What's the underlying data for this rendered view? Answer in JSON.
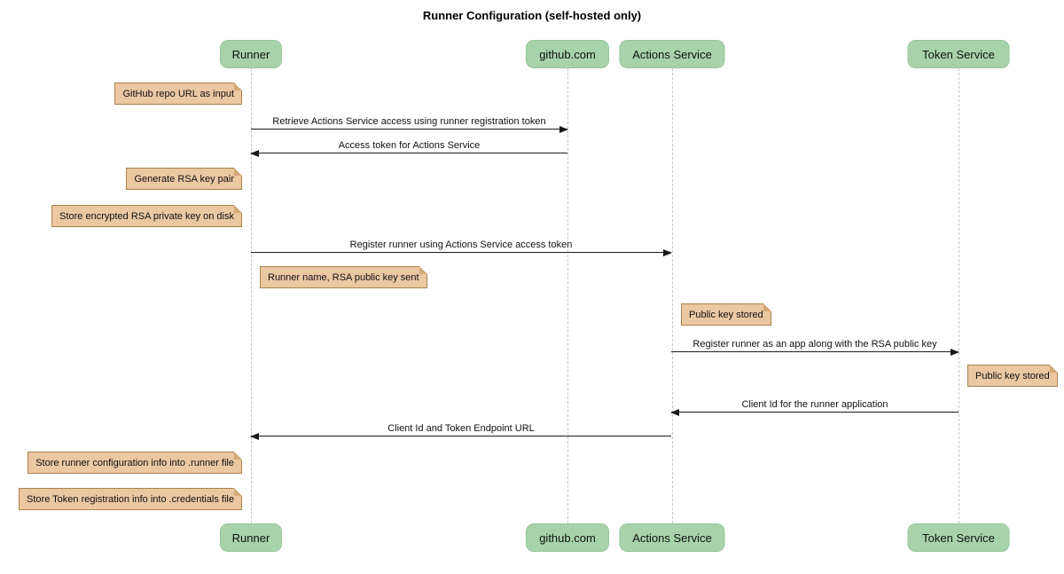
{
  "title": "Runner Configuration (self-hosted only)",
  "colors": {
    "background": "#FFFFFF",
    "actorFill": "#A8D3AA",
    "actorBorder": "#97C49A",
    "noteFill": "#EBC7A2",
    "noteBorder": "#A8834F",
    "noteFold": "#D2A876",
    "lifeline": "#C8C8C8",
    "line": "#1A1A1A",
    "text": "#111111"
  },
  "actors": [
    {
      "id": "runner",
      "label": "Runner"
    },
    {
      "id": "github",
      "label": "github.com"
    },
    {
      "id": "actions-service",
      "label": "Actions Service"
    },
    {
      "id": "token-service",
      "label": "Token Service"
    }
  ],
  "messages": [
    {
      "from": "Runner",
      "to": "github.com",
      "direction": "right",
      "text": "Retrieve Actions Service access using runner registration token"
    },
    {
      "from": "github.com",
      "to": "Runner",
      "direction": "left",
      "text": "Access token for Actions Service"
    },
    {
      "from": "Runner",
      "to": "Actions Service",
      "direction": "right",
      "text": "Register runner using Actions Service access token"
    },
    {
      "from": "Actions Service",
      "to": "Token Service",
      "direction": "right",
      "text": "Register runner as an app along with the RSA public key"
    },
    {
      "from": "Token Service",
      "to": "Actions Service",
      "direction": "left",
      "text": "Client Id for the runner application"
    },
    {
      "from": "Actions Service",
      "to": "Runner",
      "direction": "left",
      "text": "Client Id and Token Endpoint URL"
    }
  ],
  "notes": [
    {
      "position": "left of Runner",
      "text": "GitHub repo URL as input"
    },
    {
      "position": "left of Runner",
      "text": "Generate RSA key pair"
    },
    {
      "position": "left of Runner",
      "text": "Store encrypted RSA private key on disk"
    },
    {
      "position": "right of Runner",
      "text": "Runner name, RSA public key sent"
    },
    {
      "position": "right of Actions Service",
      "text": "Public key stored"
    },
    {
      "position": "right of Token Service",
      "text": "Public key stored"
    },
    {
      "position": "left of Runner",
      "text": "Store runner configuration info into .runner file"
    },
    {
      "position": "left of Runner",
      "text": "Store Token registration info into .credentials file"
    }
  ]
}
